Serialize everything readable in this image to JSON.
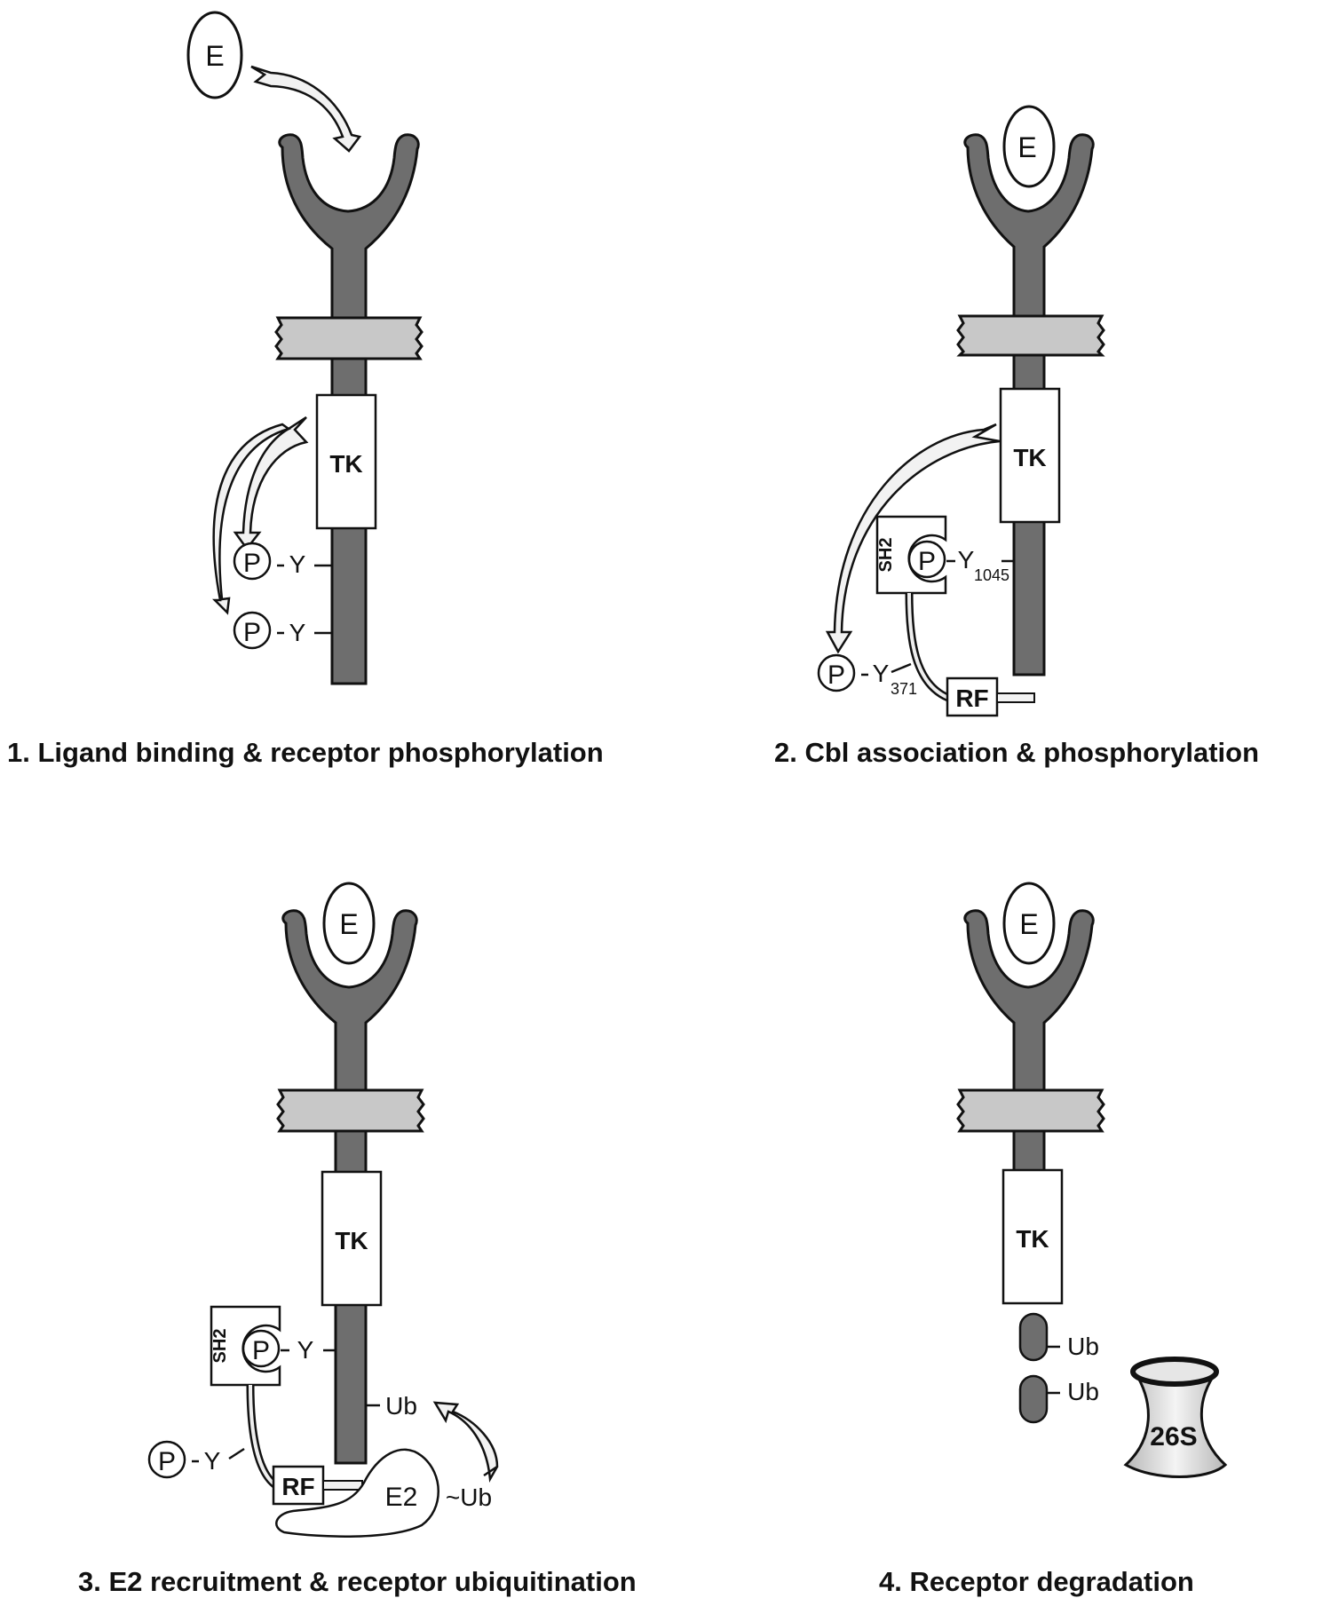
{
  "figure": {
    "colors": {
      "receptor": "#6e6e6e",
      "membrane": "#c8c8c8",
      "outline": "#111111",
      "arrow_fill": "#f2f2f2",
      "proteasome": "#dcdcdc"
    },
    "panels": [
      {
        "caption": "1.  Ligand binding & receptor phosphorylation",
        "ligand": "E",
        "kinase": "TK",
        "sites": [
          {
            "p": "P",
            "res": "Y"
          },
          {
            "p": "P",
            "res": "Y"
          }
        ]
      },
      {
        "caption": "2.  Cbl association & phosphorylation",
        "ligand": "E",
        "kinase": "TK",
        "sh2": "SH2",
        "p": "P",
        "site_main": "Y",
        "site_main_sub": "1045",
        "site_cbl": "Y",
        "site_cbl_sub": "371",
        "ring": "RF"
      },
      {
        "caption": "3.  E2 recruitment & receptor ubiquitination",
        "ligand": "E",
        "kinase": "TK",
        "sh2": "SH2",
        "p": "P",
        "site_main": "Y",
        "site_cbl": "Y",
        "ring": "RF",
        "e2": "E2",
        "ub_receptor": "Ub",
        "ub_e2": "~Ub"
      },
      {
        "caption": "4.  Receptor degradation",
        "ligand": "E",
        "kinase": "TK",
        "ub1": "Ub",
        "ub2": "Ub",
        "proteasome": "26S"
      }
    ]
  }
}
